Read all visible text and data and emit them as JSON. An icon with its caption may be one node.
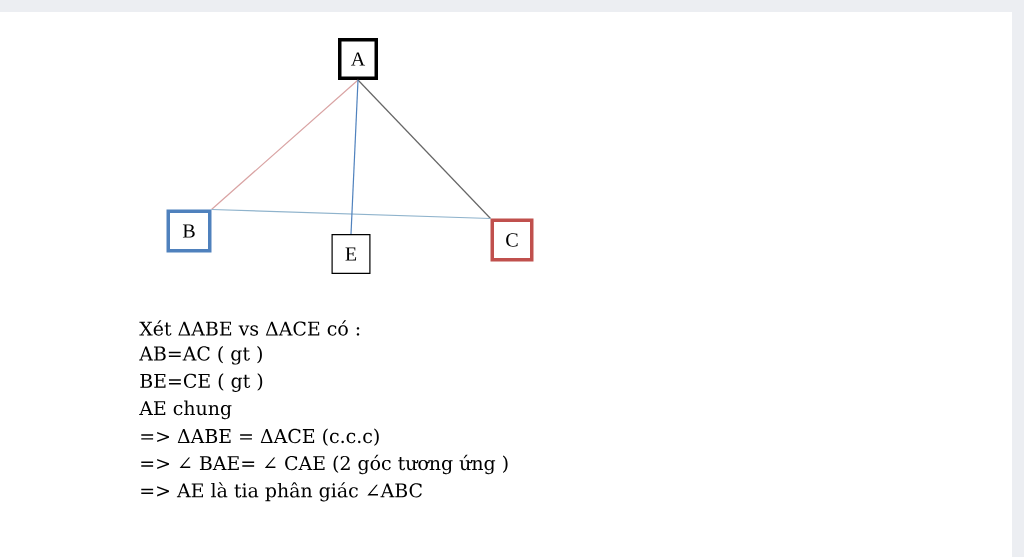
{
  "diagram": {
    "nodes": [
      {
        "text": [
          "A"
        ]
      },
      {
        "text": [
          "B"
        ]
      },
      {
        "text": [
          "C"
        ]
      },
      {
        "text": [
          "E"
        ]
      }
    ],
    "edges": [
      {
        "from": 0,
        "to": 1,
        "arrow": "none",
        "color": "#d9a3a3"
      },
      {
        "from": 0,
        "to": 2,
        "arrow": "none",
        "color": "#666666"
      },
      {
        "from": 1,
        "to": 2,
        "arrow": "none",
        "color": "#8fb3cc"
      },
      {
        "from": 0,
        "to": 3,
        "arrow": "none",
        "color": "#4f81bd"
      }
    ],
    "labels": [
      "Xét ΔABE vs ΔACE có :",
      "AB=AC ( gt )",
      "BE=CE ( gt )",
      "AE chung",
      "=> ΔABE = ΔACE (c.c.c)",
      "=> ∠ BAE= ∠ CAE (2 góc tương ứng )",
      "=> AE là tia phân giác ∠ABC"
    ]
  }
}
